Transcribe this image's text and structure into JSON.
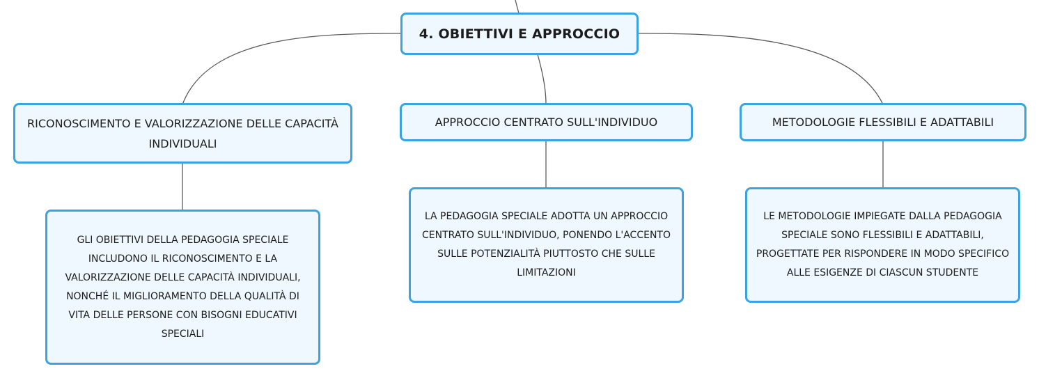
{
  "colors": {
    "border": "#3ca3e3",
    "fill": "#eff8fe",
    "connector": "#5a5a5a",
    "text": "#1c1c1c"
  },
  "root": {
    "label": "4. OBIETTIVI E APPROCCIO"
  },
  "branches": [
    {
      "label": "RICONOSCIMENTO E VALORIZZAZIONE DELLE CAPACITÀ INDIVIDUALI",
      "detail": "GLI OBIETTIVI DELLA PEDAGOGIA SPECIALE INCLUDONO IL RICONOSCIMENTO E LA VALORIZZAZIONE DELLE CAPACITÀ INDIVIDUALI, NONCHÉ IL MIGLIORAMENTO DELLA QUALITÀ DI VITA DELLE PERSONE CON BISOGNI EDUCATIVI SPECIALI"
    },
    {
      "label": "APPROCCIO CENTRATO SULL'INDIVIDUO",
      "detail": "LA PEDAGOGIA SPECIALE ADOTTA UN APPROCCIO CENTRATO SULL'INDIVIDUO, PONENDO L'ACCENTO SULLE POTENZIALITÀ PIUTTOSTO CHE SULLE LIMITAZIONI"
    },
    {
      "label": "METODOLOGIE FLESSIBILI E ADATTABILI",
      "detail": "LE METODOLOGIE IMPIEGATE DALLA PEDAGOGIA SPECIALE SONO FLESSIBILI E ADATTABILI, PROGETTATE PER RISPONDERE IN MODO SPECIFICO ALLE ESIGENZE DI CIASCUN STUDENTE"
    }
  ]
}
